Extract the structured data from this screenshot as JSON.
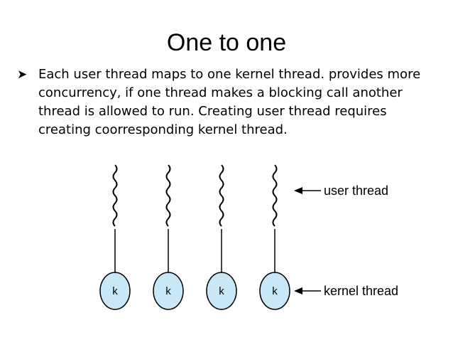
{
  "slide": {
    "title": "One to one",
    "bullet": "Each user thread maps to one kernel thread. provides more concurrency, if one thread makes a blocking call another thread is allowed to run. Creating user thread requires creating coorresponding kernel thread."
  },
  "diagram": {
    "user_thread_label": "user thread",
    "kernel_thread_label": "kernel thread",
    "kernel_nodes": [
      "k",
      "k",
      "k",
      "k"
    ],
    "colors": {
      "node_fill": "#c9e8f7",
      "stroke": "#000000"
    }
  }
}
